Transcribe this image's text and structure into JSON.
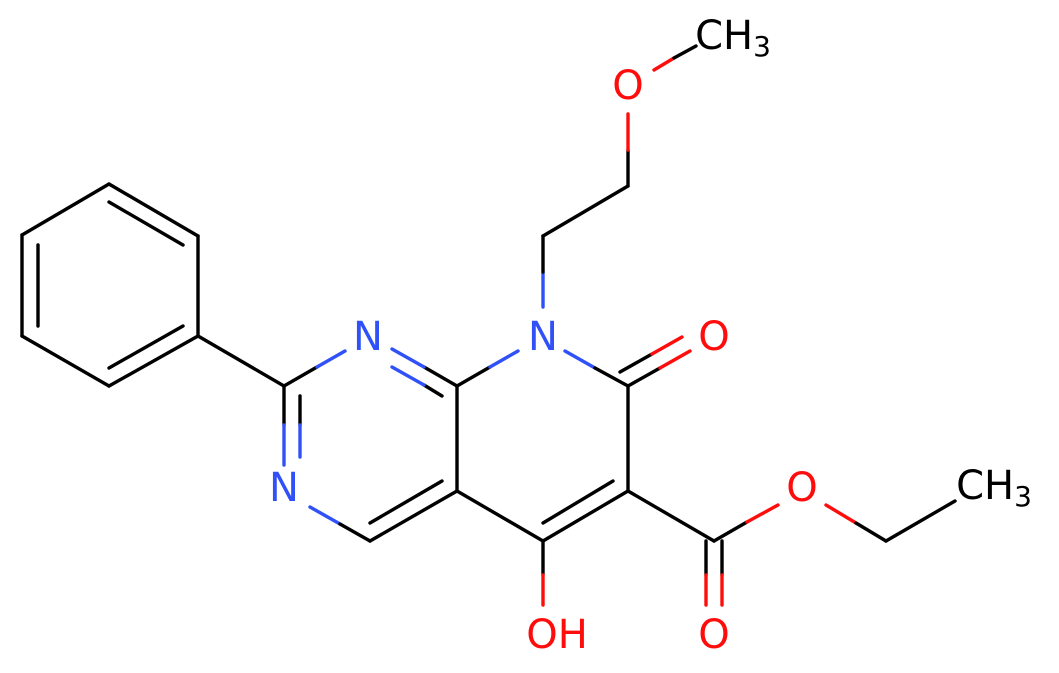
{
  "molecule": {
    "colors": {
      "bond": "#000000",
      "nitrogen": "#3050f8",
      "oxygen": "#ff0d0d",
      "carbon": "#000000"
    },
    "labels": {
      "n1": "N",
      "n3": "N",
      "n8": "N",
      "o_ketone": "O",
      "o_hydroxy": "OH",
      "o_ester_single": "O",
      "o_ester_double": "O",
      "o_methoxy": "O",
      "ch3_methoxy_main": "CH",
      "ch3_methoxy_sub": "3",
      "ch3_ethyl_main": "CH",
      "ch3_ethyl_sub": "3"
    }
  }
}
